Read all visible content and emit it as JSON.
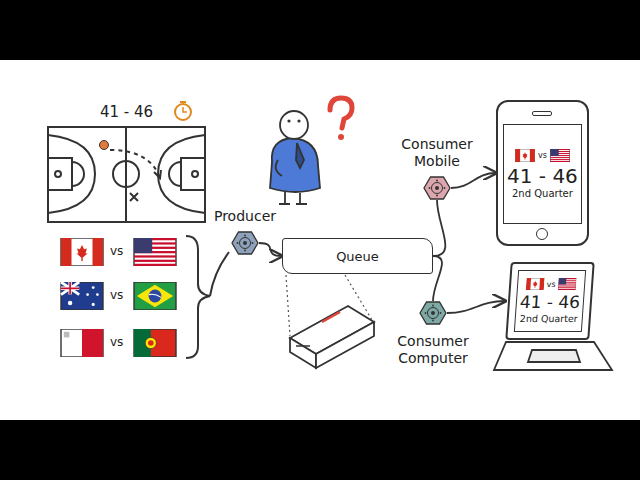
{
  "diagram": {
    "nodes": [
      {
        "text": [
          "Producer"
        ]
      },
      {
        "text": [
          "Queue"
        ]
      },
      {
        "text": [
          "Consumer Mobile"
        ]
      },
      {
        "text": [
          "Consumer Computer"
        ]
      },
      {
        "text": [
          "vs",
          "41 - 46",
          "2nd Quarter"
        ]
      },
      {
        "text": [
          "vs",
          "41 - 46",
          "2nd Quarter"
        ]
      }
    ],
    "edges": [
      {
        "from": 0,
        "to": 1,
        "arrow": "to"
      },
      {
        "from": 1,
        "to": 2,
        "arrow": "none"
      },
      {
        "from": 1,
        "to": 3,
        "arrow": "none"
      },
      {
        "from": 2,
        "to": 4,
        "arrow": "to"
      },
      {
        "from": 3,
        "to": 5,
        "arrow": "to"
      }
    ],
    "labels": [
      "41 - 46",
      "vs",
      "vs",
      "vs"
    ]
  }
}
